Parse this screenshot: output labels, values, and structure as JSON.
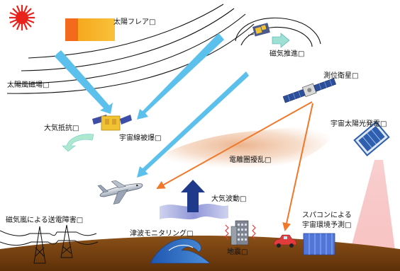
{
  "labels": {
    "solar_flare": "太陽フレア□",
    "solar_wind_field": "太陽風磁場□",
    "magnetic_propulsion": "磁気推進□",
    "positioning_satellite": "測位衛星□",
    "atmospheric_drag": "大気抵抗□",
    "cosmic_ray_exposure": "宇宙線被爆□",
    "space_solar_power": "宇宙太陽光発電□",
    "ionosphere_disturbance": "電離圏擾乱□",
    "atmospheric_waves": "大気波動□",
    "magnetic_storm_grid": "磁気嵐による送電障害□",
    "tsunami_monitoring": "津波モニタリング□",
    "supercomputer_forecast_1": "スパコンによる",
    "supercomputer_forecast_2": "宇宙環境予測□",
    "earthquake": "地震□"
  },
  "colors": {
    "solar_ray_arrow": "#5bc0ec",
    "satellite_signal_arrow": "#f0782a",
    "atmospheric_wave_arrow": "#1f3a8a",
    "ionosphere_band": "#efc3a5",
    "ground": "#7a4310",
    "sun": "#e8231c",
    "flare": "#f6a81d"
  },
  "icons": {
    "sun": "sun-icon",
    "satellite": "satellite-icon",
    "airplane": "airplane-icon",
    "power_tower": "power-tower-icon",
    "building": "building-icon",
    "car": "car-icon",
    "solar_panel": "solar-panel-icon",
    "wave": "tsunami-wave-icon"
  }
}
